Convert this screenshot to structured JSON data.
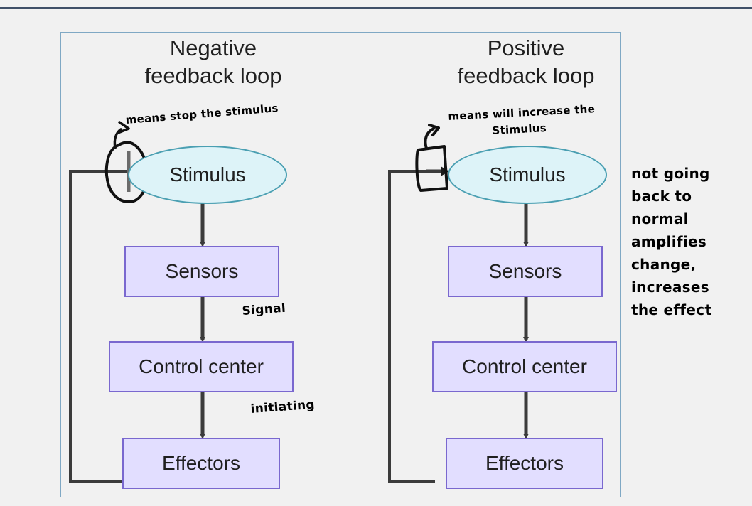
{
  "page": {
    "background_color": "#f1f1f1",
    "top_rule_color": "#3f5068",
    "frame_border_color": "#7fa8c4"
  },
  "colors": {
    "ellipse_fill": "#ddf3f8",
    "ellipse_border": "#4a9fb2",
    "box_fill": "#e2deff",
    "box_border": "#7a68cf",
    "connector": "#3b3b3b",
    "annotation_ink": "#000000"
  },
  "diagram": {
    "columns": [
      {
        "id": "negative",
        "title": "Negative\nfeedback loop",
        "nodes": [
          {
            "id": "stimulus",
            "label": "Stimulus",
            "shape": "ellipse"
          },
          {
            "id": "sensors",
            "label": "Sensors",
            "shape": "rect"
          },
          {
            "id": "control-center",
            "label": "Control center",
            "shape": "rect"
          },
          {
            "id": "effectors",
            "label": "Effectors",
            "shape": "rect"
          }
        ],
        "feedback_terminator": "inhibition-bar"
      },
      {
        "id": "positive",
        "title": "Positive\nfeedback loop",
        "nodes": [
          {
            "id": "stimulus",
            "label": "Stimulus",
            "shape": "ellipse"
          },
          {
            "id": "sensors",
            "label": "Sensors",
            "shape": "rect"
          },
          {
            "id": "control-center",
            "label": "Control center",
            "shape": "rect"
          },
          {
            "id": "effectors",
            "label": "Effectors",
            "shape": "rect"
          }
        ],
        "feedback_terminator": "arrowhead"
      }
    ]
  },
  "annotations": {
    "negative_terminator_note": "means stop the stimulus",
    "positive_terminator_note_line1": "means will increase the",
    "positive_terminator_note_line2": "Stimulus",
    "signal_note": "Signal",
    "initiating_note": "initiating",
    "margin_note": "not going\nback to\nnormal\namplifies\nchange,\nincreases\nthe effect"
  }
}
